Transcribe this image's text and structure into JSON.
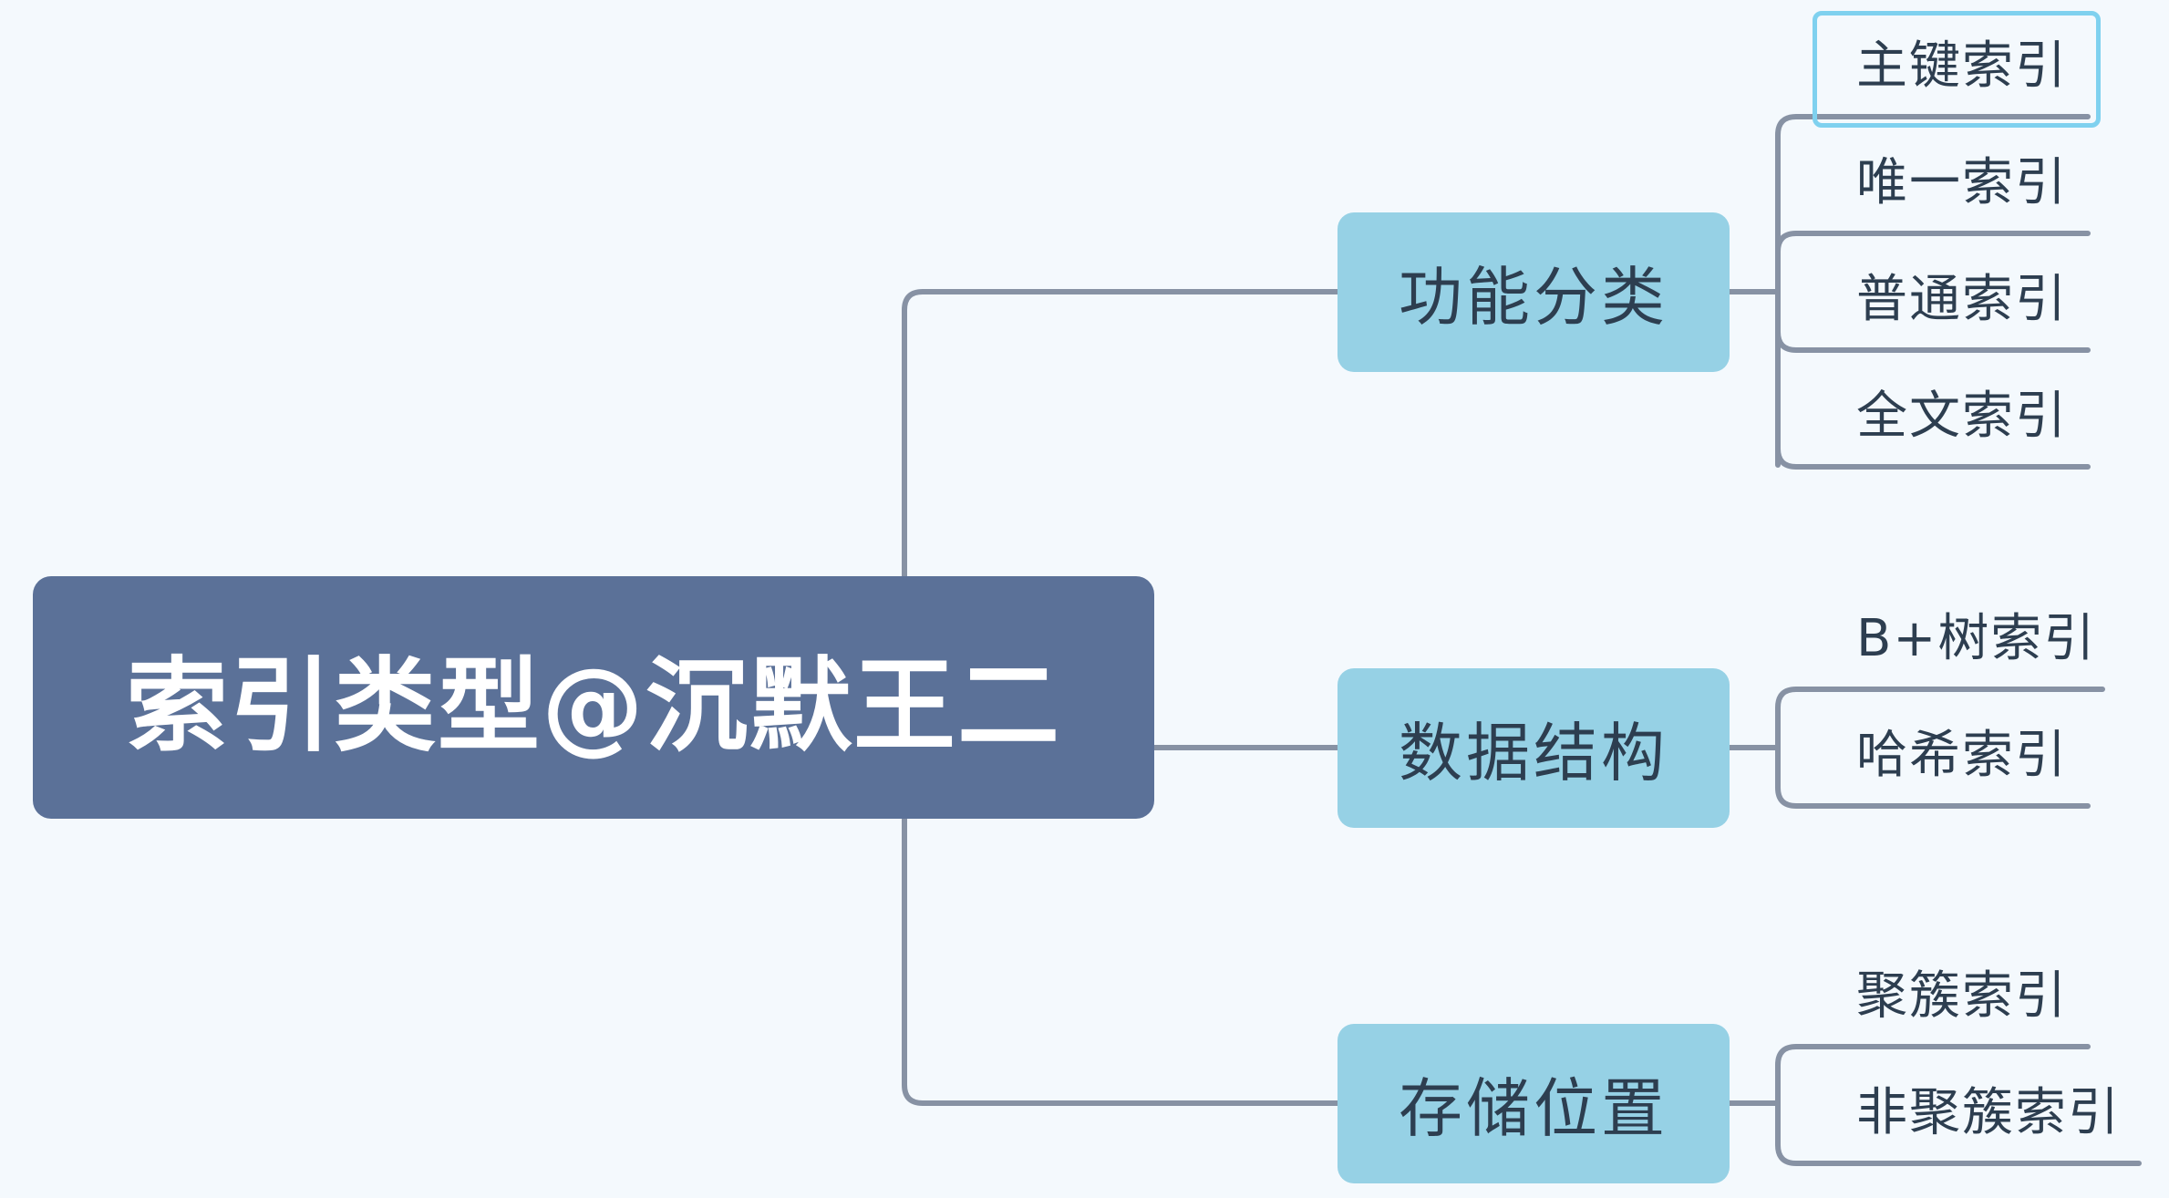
{
  "colors": {
    "background": "#f4f9fd",
    "root_fill": "#5b7198",
    "root_text": "#ffffff",
    "branch_fill": "#96d1e5",
    "branch_text": "#2d3e50",
    "connector": "#8792a4",
    "selection": "#7fd1ef"
  },
  "root": {
    "label": "索引类型@沉默王二"
  },
  "branches": [
    {
      "label": "功能分类",
      "leaves": [
        {
          "label": "主键索引",
          "selected": true
        },
        {
          "label": "唯一索引"
        },
        {
          "label": "普通索引"
        },
        {
          "label": "全文索引"
        }
      ]
    },
    {
      "label": "数据结构",
      "leaves": [
        {
          "label": "B+树索引"
        },
        {
          "label": "哈希索引"
        }
      ]
    },
    {
      "label": "存储位置",
      "leaves": [
        {
          "label": "聚簇索引"
        },
        {
          "label": "非聚簇索引"
        }
      ]
    }
  ]
}
